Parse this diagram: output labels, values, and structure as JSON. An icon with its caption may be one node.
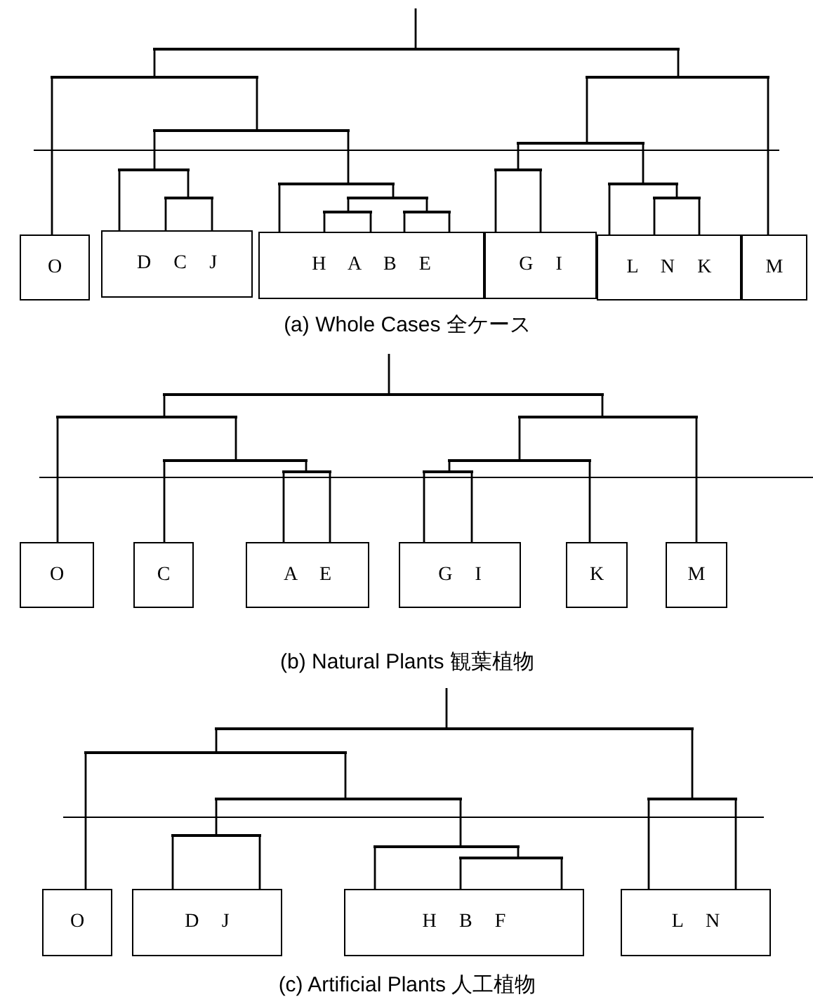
{
  "diagram": {
    "nodes": [
      {
        "text": [],
        "shape": "bar"
      },
      {
        "text": [],
        "shape": "bar"
      },
      {
        "text": [],
        "shape": "bar"
      },
      {
        "text": [],
        "shape": "bar"
      },
      {
        "text": [],
        "shape": "bar"
      },
      {
        "text": [],
        "shape": "bar"
      },
      {
        "text": [],
        "shape": "bar"
      },
      {
        "text": [],
        "shape": "bar"
      },
      {
        "text": [],
        "shape": "bar"
      },
      {
        "text": [],
        "shape": "bar"
      },
      {
        "text": [],
        "shape": "bar"
      },
      {
        "text": [],
        "shape": "bar"
      },
      {
        "text": [],
        "shape": "bar"
      },
      {
        "text": [],
        "shape": "bar"
      },
      {
        "text": [
          "O"
        ]
      },
      {
        "text": [
          "D C J"
        ]
      },
      {
        "text": [
          "H A B E"
        ]
      },
      {
        "text": [
          "G I"
        ]
      },
      {
        "text": [
          "L N K"
        ]
      },
      {
        "text": [
          "M"
        ]
      },
      {
        "text": [],
        "shape": "bar"
      },
      {
        "text": [],
        "shape": "bar"
      },
      {
        "text": [],
        "shape": "bar"
      },
      {
        "text": [],
        "shape": "bar"
      },
      {
        "text": [],
        "shape": "bar"
      },
      {
        "text": [],
        "shape": "bar"
      },
      {
        "text": [],
        "shape": "bar"
      },
      {
        "text": [
          "O"
        ]
      },
      {
        "text": [
          "C"
        ]
      },
      {
        "text": [
          "A E"
        ]
      },
      {
        "text": [
          "G I"
        ]
      },
      {
        "text": [
          "K"
        ]
      },
      {
        "text": [
          "M"
        ]
      },
      {
        "text": [],
        "shape": "bar"
      },
      {
        "text": [],
        "shape": "bar"
      },
      {
        "text": [],
        "shape": "bar"
      },
      {
        "text": [],
        "shape": "bar"
      },
      {
        "text": [],
        "shape": "bar"
      },
      {
        "text": [],
        "shape": "bar"
      },
      {
        "text": [],
        "shape": "bar"
      },
      {
        "text": [
          "O"
        ]
      },
      {
        "text": [
          "D J"
        ]
      },
      {
        "text": [
          "H B F"
        ]
      },
      {
        "text": [
          "L N"
        ]
      }
    ],
    "edges": [
      {
        "from": null,
        "to": 0,
        "arrow": "none"
      },
      {
        "from": 0,
        "to": 1,
        "arrow": "none"
      },
      {
        "from": 0,
        "to": 2,
        "arrow": "none"
      },
      {
        "from": 1,
        "to": 14,
        "arrow": "none"
      },
      {
        "from": 1,
        "to": 3,
        "arrow": "none"
      },
      {
        "from": 3,
        "to": 5,
        "arrow": "none"
      },
      {
        "from": 3,
        "to": 7,
        "arrow": "none"
      },
      {
        "from": 5,
        "to": 15,
        "arrow": "none"
      },
      {
        "from": 5,
        "to": 9,
        "arrow": "none"
      },
      {
        "from": 9,
        "to": 15,
        "arrow": "none"
      },
      {
        "from": 9,
        "to": 15,
        "arrow": "none"
      },
      {
        "from": 7,
        "to": 16,
        "arrow": "none"
      },
      {
        "from": 7,
        "to": 10,
        "arrow": "none"
      },
      {
        "from": 10,
        "to": 12,
        "arrow": "none"
      },
      {
        "from": 10,
        "to": 13,
        "arrow": "none"
      },
      {
        "from": 12,
        "to": 16,
        "arrow": "none"
      },
      {
        "from": 12,
        "to": 16,
        "arrow": "none"
      },
      {
        "from": 13,
        "to": 16,
        "arrow": "none"
      },
      {
        "from": 13,
        "to": 16,
        "arrow": "none"
      },
      {
        "from": 2,
        "to": 19,
        "arrow": "none"
      },
      {
        "from": 2,
        "to": 4,
        "arrow": "none"
      },
      {
        "from": 4,
        "to": 6,
        "arrow": "none"
      },
      {
        "from": 4,
        "to": 8,
        "arrow": "none"
      },
      {
        "from": 6,
        "to": 17,
        "arrow": "none"
      },
      {
        "from": 6,
        "to": 17,
        "arrow": "none"
      },
      {
        "from": 8,
        "to": 18,
        "arrow": "none"
      },
      {
        "from": 8,
        "to": 11,
        "arrow": "none"
      },
      {
        "from": 11,
        "to": 18,
        "arrow": "none"
      },
      {
        "from": 11,
        "to": 18,
        "arrow": "none"
      },
      {
        "from": null,
        "to": 20,
        "arrow": "none"
      },
      {
        "from": 20,
        "to": 21,
        "arrow": "none"
      },
      {
        "from": 20,
        "to": 22,
        "arrow": "none"
      },
      {
        "from": 21,
        "to": 27,
        "arrow": "none"
      },
      {
        "from": 21,
        "to": 23,
        "arrow": "none"
      },
      {
        "from": 23,
        "to": 28,
        "arrow": "none"
      },
      {
        "from": 23,
        "to": 25,
        "arrow": "none"
      },
      {
        "from": 25,
        "to": 29,
        "arrow": "none"
      },
      {
        "from": 25,
        "to": 29,
        "arrow": "none"
      },
      {
        "from": 22,
        "to": 32,
        "arrow": "none"
      },
      {
        "from": 22,
        "to": 24,
        "arrow": "none"
      },
      {
        "from": 24,
        "to": 26,
        "arrow": "none"
      },
      {
        "from": 24,
        "to": 31,
        "arrow": "none"
      },
      {
        "from": 26,
        "to": 30,
        "arrow": "none"
      },
      {
        "from": 26,
        "to": 30,
        "arrow": "none"
      },
      {
        "from": null,
        "to": 33,
        "arrow": "none"
      },
      {
        "from": 33,
        "to": 34,
        "arrow": "none"
      },
      {
        "from": 33,
        "to": 36,
        "arrow": "none"
      },
      {
        "from": 34,
        "to": 40,
        "arrow": "none"
      },
      {
        "from": 34,
        "to": 35,
        "arrow": "none"
      },
      {
        "from": 35,
        "to": 37,
        "arrow": "none"
      },
      {
        "from": 35,
        "to": 38,
        "arrow": "none"
      },
      {
        "from": 37,
        "to": 41,
        "arrow": "none"
      },
      {
        "from": 37,
        "to": 41,
        "arrow": "none"
      },
      {
        "from": 38,
        "to": 42,
        "arrow": "none"
      },
      {
        "from": 38,
        "to": 39,
        "arrow": "none"
      },
      {
        "from": 39,
        "to": 42,
        "arrow": "none"
      },
      {
        "from": 39,
        "to": 42,
        "arrow": "none"
      },
      {
        "from": 36,
        "to": 43,
        "arrow": "none"
      },
      {
        "from": 36,
        "to": 43,
        "arrow": "none"
      }
    ],
    "labels": [
      "(a) Whole Cases 全ケース",
      "(b) Natural Plants 観葉植物",
      "(c) Artificial Plants 人工植物"
    ]
  }
}
